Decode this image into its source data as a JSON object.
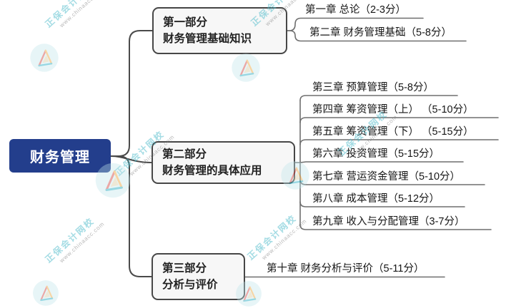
{
  "app": {
    "watermark": {
      "brand": "正保会计网校",
      "url": "www.chinaacc.com"
    }
  },
  "colors": {
    "root_bg": "#233e8c",
    "root_text": "#ffffff",
    "node_bg": "#f7f7f7",
    "node_border": "#474747",
    "connector": "#4a4a4a",
    "chapter_line": "#6f6f6f",
    "watermark_teal": "#4abaca"
  },
  "root": {
    "label": "财务管理"
  },
  "branches": [
    {
      "title": "第一部分",
      "subtitle": "财务管理基础知识",
      "children": [
        {
          "label": "第一章 总论（2-3分）"
        },
        {
          "label": "第二章 财务管理基础（5-8分）"
        }
      ]
    },
    {
      "title": "第二部分",
      "subtitle": "财务管理的具体应用",
      "children": [
        {
          "label": "第三章 预算管理（5-8分）"
        },
        {
          "label": "第四章 筹资管理（上） （5-10分）"
        },
        {
          "label": "第五章 筹资管理（下） （5-15分）"
        },
        {
          "label": "第六章 投资管理（5-15分）"
        },
        {
          "label": "第七章 营运资金管理（5-10分）"
        },
        {
          "label": "第八章 成本管理（5-12分）"
        },
        {
          "label": "第九章 收入与分配管理（3-7分）"
        }
      ]
    },
    {
      "title": "第三部分",
      "subtitle": "分析与评价",
      "children": [
        {
          "label": "第十章 财务分析与评价（5-11分）"
        }
      ]
    }
  ]
}
